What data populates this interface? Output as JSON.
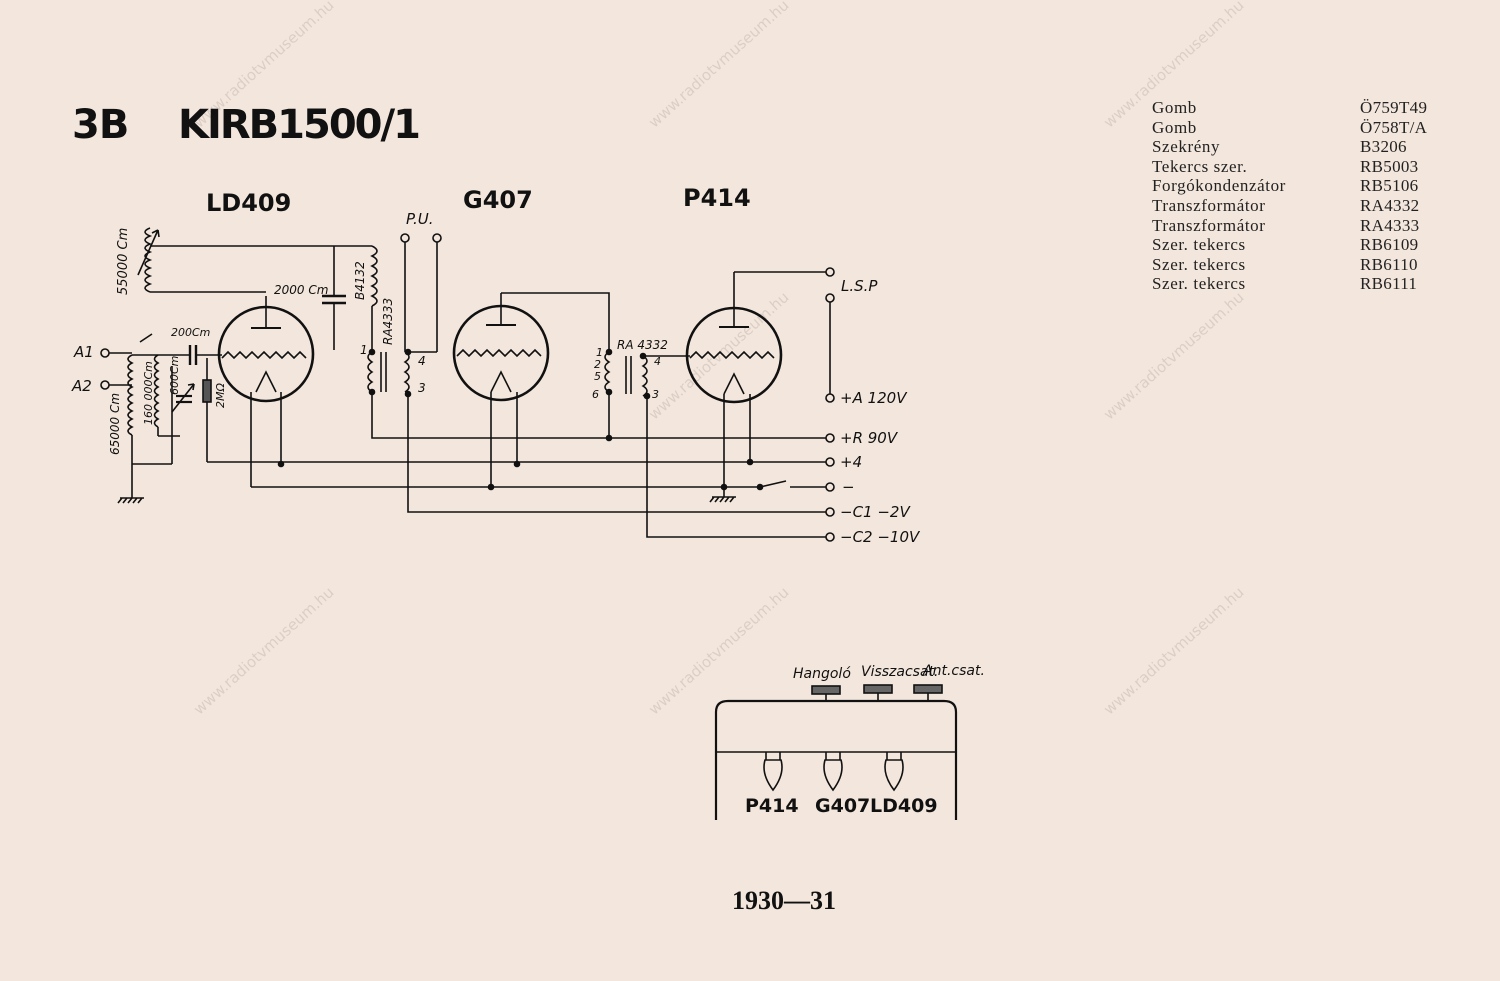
{
  "title": {
    "model_code": "3B",
    "model_name": "KIRB1500/1"
  },
  "tubes": [
    "LD409",
    "G407",
    "P414"
  ],
  "labels": {
    "coil_55000": "55000 Cm",
    "cap_2000": "2000 Cm",
    "cap_200": "200Cm",
    "b4132": "B4132",
    "ra4333": "RA4333",
    "ra4332": "RA 4332",
    "pu": "P.U.",
    "lsp": "L.S.P",
    "a1": "A1",
    "a2": "A2",
    "coil_65000": "65000 Cm",
    "coil_160000": "160 000Cm",
    "cap_600": "600Cm",
    "res_2m": "2MΩ",
    "pin_1a": "1",
    "pin_4a": "4",
    "pin_3a": "3",
    "pin_1b": "1",
    "pin_2b": "2",
    "pin_5b": "5",
    "pin_6b": "6",
    "pin_4b": "4",
    "pin_3b": "3"
  },
  "terminals": [
    "+A 120V",
    "+R 90V",
    "+4",
    "−",
    "−C1 −2V",
    "−C2 −10V"
  ],
  "panel": {
    "controls": [
      "Hangoló",
      "Visszacsat.",
      "Ant.csat."
    ],
    "tubes": [
      "P414",
      "G407",
      "LD409"
    ]
  },
  "parts": [
    {
      "name": "Gomb",
      "code": "Ö759T49"
    },
    {
      "name": "Gomb",
      "code": "Ö758T/A"
    },
    {
      "name": "Szekrény",
      "code": "B3206"
    },
    {
      "name": "Tekercs szer.",
      "code": "RB5003"
    },
    {
      "name": "Forgókondenzátor",
      "code": "RB5106"
    },
    {
      "name": "Transzformátor",
      "code": "RA4332"
    },
    {
      "name": "Transzformátor",
      "code": "RA4333"
    },
    {
      "name": "Szer. tekercs",
      "code": "RB6109"
    },
    {
      "name": "Szer. tekercs",
      "code": "RB6110"
    },
    {
      "name": "Szer. tekercs",
      "code": "RB6111"
    }
  ],
  "year": "1930—31",
  "watermark": "www.radiotvmuseum.hu"
}
